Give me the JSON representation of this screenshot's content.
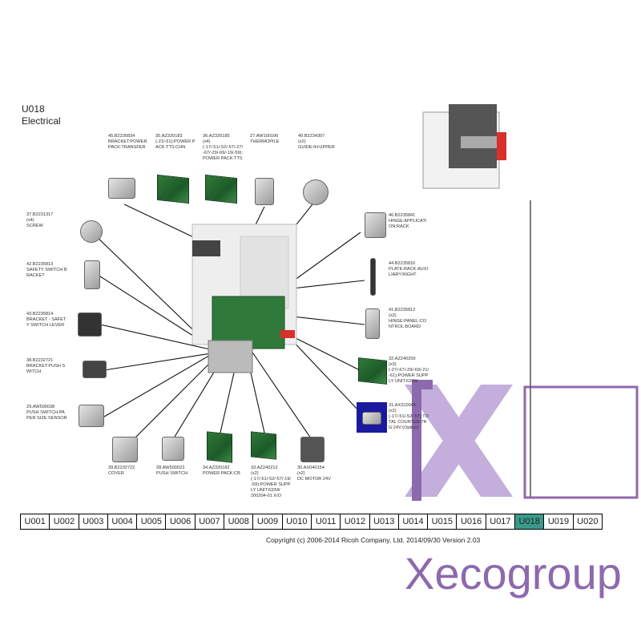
{
  "header": {
    "code": "U018",
    "section": "Electrical"
  },
  "parts": {
    "p45": "45.B2235834\nBRACKET:POWER\nPACK:TRANSFER",
    "p35": "35.AZ320183\n(-21/-61):POWER P\nACK:TTS:CHN",
    "p36": "36.AZ320185\n(x4)\n(-17/-51/-52/-57/-27/\n-67/-29/-69/-19/-59):\nPOWER PACK:TTS",
    "p27": "27.AW100106\nTHERMOPILE",
    "p40": "40.B2234307\n(x2)\nGUIDE:IH:UPPER",
    "p37": "37.B2231317\n(x4)\nSCREW",
    "p42": "42.B2235813\nSAFETY SWITCH B\nRACKET",
    "p43": "43.B2235814\nBRACKET - SAFET\nY SWITCH LEVER",
    "p38": "38.B2232721\nBRACKET:PUSH S\nWITCH",
    "p29": "29.AW500038\nPUSH SWITCH:PA\nPER SIZE SENSOR",
    "p46": "46.B2235841\nHINGE:APPLICATI\nON:RACK",
    "p44": "44.B2235816\nPLATE:RACK:AUXI\nLIARY:RIGHT",
    "p41": "41.B2235812\n(x2)\nHINGE:PANEL:CO\nNTROL BOARD",
    "p32": "32.AZ240200\n(x3)\n(-27/-67/-29/-69/-21/\n-61):POWER SUPP\nLY UNIT:633W",
    "p31": "31.AX310045\n(x2)\n(-17/-51/-52/-57):TO\nTAL COUNTER:7R\nG:24V:(Option)",
    "p39": "39.B2232722\nCOVER",
    "p28": "28.AW500023\nPUSH SWITCH",
    "p34": "34.AZ320182\nPOWER PACK:CB",
    "p33": "33.AZ240212\n(x2)\n(-17/-51/-52/-57/-19/\n-59):POWER SUPP\nLY UNIT:633W\n200204-01 X/O",
    "p30": "30.AX040154\n(x2)\nDC MOTOR 24V"
  },
  "nav": {
    "items": [
      "U001",
      "U002",
      "U003",
      "U004",
      "U005",
      "U006",
      "U007",
      "U008",
      "U009",
      "U010",
      "U011",
      "U012",
      "U013",
      "U014",
      "U015",
      "U016",
      "U017",
      "U018",
      "U019",
      "U020"
    ],
    "active": "U018"
  },
  "footer": {
    "copyright": "Copyright (c) 2006-2014 Ricoh Company, Ltd.    2014/09/30 Version 2.03"
  },
  "watermark": {
    "text": "Xecogroup"
  },
  "colors": {
    "active_tab": "#3a9a8a",
    "board": "#2f7a3a",
    "watermark": "#7a4fa0"
  }
}
